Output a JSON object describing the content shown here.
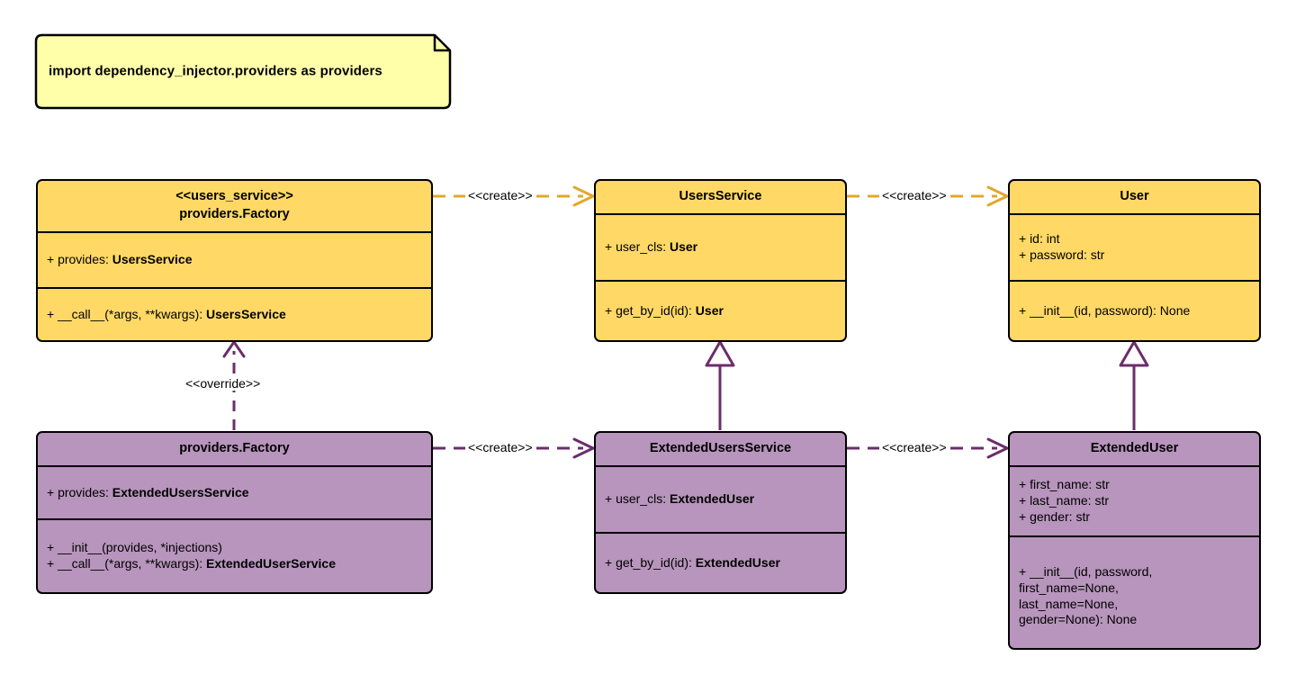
{
  "diagram": {
    "title": "dependency_injector providers UML class diagram",
    "background": "#ffffff",
    "colors": {
      "yellow_fill": "#FFD866",
      "purple_fill": "#B795BC",
      "note_fill": "#FFFFAA",
      "outline": "#000000",
      "yellow_edge": "#E0A82E",
      "purple_edge": "#6B2D6B"
    }
  },
  "note": {
    "name": "import-note",
    "text": "import dependency_injector.providers as providers"
  },
  "classes": [
    {
      "id": "users-service-factory",
      "stereotype": "<<users_service>>",
      "name": "providers.Factory",
      "color": "yellow",
      "attributes": [
        {
          "prefix": "+ provides: ",
          "type": "UsersService"
        }
      ],
      "methods": [
        {
          "prefix": "+ __call__(*args, **kwargs): ",
          "type": "UsersService"
        }
      ]
    },
    {
      "id": "users-service",
      "stereotype": "",
      "name": "UsersService",
      "color": "yellow",
      "attributes": [
        {
          "prefix": "+ user_cls: ",
          "type": "User"
        }
      ],
      "methods": [
        {
          "prefix": "+ get_by_id(id): ",
          "type": "User"
        }
      ]
    },
    {
      "id": "user",
      "stereotype": "",
      "name": "User",
      "color": "yellow",
      "attributes": [
        {
          "prefix": "+ id: int",
          "type": ""
        },
        {
          "prefix": "+ password: str",
          "type": ""
        }
      ],
      "methods": [
        {
          "prefix": "+ __init__(id, password): None",
          "type": ""
        }
      ]
    },
    {
      "id": "extended-users-service-factory",
      "stereotype": "",
      "name": "providers.Factory",
      "color": "purple",
      "attributes": [
        {
          "prefix": "+ provides: ",
          "type": "ExtendedUsersService"
        }
      ],
      "methods": [
        {
          "prefix": "+ __init__(provides, *injections)",
          "type": ""
        },
        {
          "prefix": "+ __call__(*args, **kwargs): ",
          "type": "ExtendedUserService"
        }
      ]
    },
    {
      "id": "extended-users-service",
      "stereotype": "",
      "name": "ExtendedUsersService",
      "color": "purple",
      "attributes": [
        {
          "prefix": "+ user_cls: ",
          "type": "ExtendedUser"
        }
      ],
      "methods": [
        {
          "prefix": "+ get_by_id(id): ",
          "type": "ExtendedUser"
        }
      ]
    },
    {
      "id": "extended-user",
      "stereotype": "",
      "name": "ExtendedUser",
      "color": "purple",
      "attributes": [
        {
          "prefix": "+ first_name: str",
          "type": ""
        },
        {
          "prefix": "+ last_name: str",
          "type": ""
        },
        {
          "prefix": "+ gender: str",
          "type": ""
        }
      ],
      "methods": [
        {
          "prefix": "+ __init__(id, password,",
          "type": ""
        },
        {
          "prefix": "first_name=None,",
          "type": ""
        },
        {
          "prefix": "last_name=None,",
          "type": ""
        },
        {
          "prefix": "gender=None): None",
          "type": ""
        }
      ]
    }
  ],
  "connectors": [
    {
      "id": "create-users-service",
      "label": "<<create>>",
      "style": "dashed",
      "arrow": "open",
      "color": "#E0A82E",
      "from": "users-service-factory",
      "to": "users-service"
    },
    {
      "id": "create-user",
      "label": "<<create>>",
      "style": "dashed",
      "arrow": "open",
      "color": "#E0A82E",
      "from": "users-service",
      "to": "user"
    },
    {
      "id": "override-factory",
      "label": "<<override>>",
      "style": "dashed",
      "arrow": "open",
      "color": "#6B2D6B",
      "from": "extended-users-service-factory",
      "to": "users-service-factory"
    },
    {
      "id": "create-extended-users-service",
      "label": "<<create>>",
      "style": "dashed",
      "arrow": "open",
      "color": "#6B2D6B",
      "from": "extended-users-service-factory",
      "to": "extended-users-service"
    },
    {
      "id": "create-extended-user",
      "label": "<<create>>",
      "style": "dashed",
      "arrow": "open",
      "color": "#6B2D6B",
      "from": "extended-users-service",
      "to": "extended-user"
    },
    {
      "id": "generalization-users-service",
      "label": "",
      "style": "solid",
      "arrow": "triangle",
      "color": "#6B2D6B",
      "from": "extended-users-service",
      "to": "users-service"
    },
    {
      "id": "generalization-user",
      "label": "",
      "style": "solid",
      "arrow": "triangle",
      "color": "#6B2D6B",
      "from": "extended-user",
      "to": "user"
    }
  ]
}
